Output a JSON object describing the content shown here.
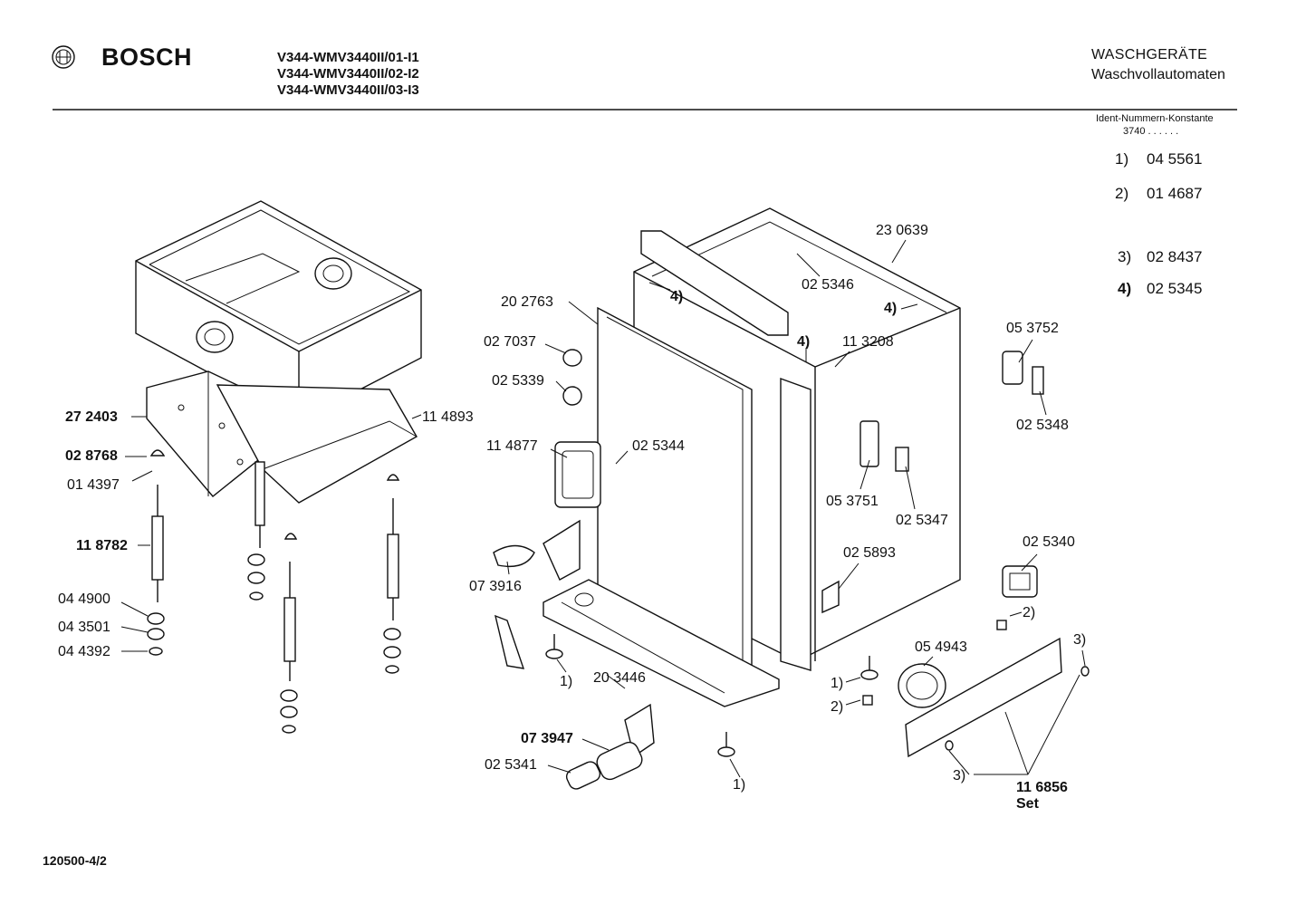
{
  "header": {
    "brand": "BOSCH",
    "models": [
      "V344-WMV3440II/01-I1",
      "V344-WMV3440II/02-I2",
      "V344-WMV3440II/03-I3"
    ],
    "category": "WASCHGERÄTE",
    "subcategory": "Waschvollautomaten"
  },
  "ident": {
    "title": "Ident-Nummern-Konstante",
    "prefix": "3740  . .  . . . .",
    "rows": [
      {
        "key": "1)",
        "value": "04 5561"
      },
      {
        "key": "2)",
        "value": "01 4687"
      },
      {
        "key": "3)",
        "value": "02 8437"
      },
      {
        "key": "4)",
        "value": "02 5345"
      }
    ]
  },
  "labels": {
    "p230639": "23 0639",
    "p025346": "02 5346",
    "four_a": "4)",
    "four_b": "4)",
    "four_c": "4)",
    "p202763": "20 2763",
    "p027037": "02 7037",
    "p025339": "02 5339",
    "p113208": "11 3208",
    "p053752": "05 3752",
    "p025348": "02 5348",
    "p272403": "27 2403",
    "p114893": "11 4893",
    "p114877": "11 4877",
    "p025344": "02 5344",
    "p028768": "02 8768",
    "p014397": "01 4397",
    "p053751": "05 3751",
    "p025347": "02 5347",
    "p118782": "11 8782",
    "p073916": "07 3916",
    "p025893": "02 5893",
    "p025340": "02 5340",
    "p044900": "04 4900",
    "p043501": "04 3501",
    "p044392": "04 4392",
    "two_a": "2)",
    "p054943": "05 4943",
    "three_a": "3)",
    "one_a": "1)",
    "p203446": "20 3446",
    "one_b": "1)",
    "two_b": "2)",
    "p073947": "07 3947",
    "p025341": "02 5341",
    "one_c": "1)",
    "three_b": "3)",
    "p116856": "11 6856",
    "set": "Set"
  },
  "footer": {
    "code": "120500-4/2"
  },
  "icons": [
    "bosch-logo-icon"
  ]
}
